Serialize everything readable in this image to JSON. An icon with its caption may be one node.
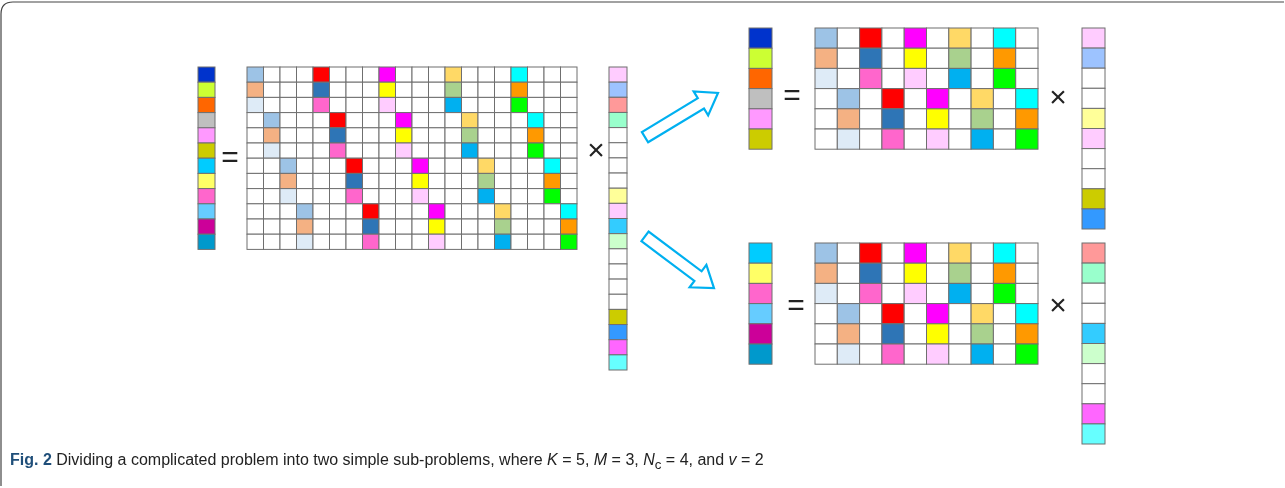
{
  "diagram": {
    "caption": "**Fig. 2** Dividing a complicated problem into two simple sub-problems, where *K* = 5, *M* = 3, *N*$_{c}$ = 4, and *v* = 2",
    "nodes": [
      {
        "text": [],
        "shape": "picture"
      },
      {
        "text": [],
        "shape": "picture"
      },
      {
        "text": [],
        "shape": "picture"
      }
    ],
    "edges": [
      {
        "from": 0,
        "to": 1,
        "arrow": "to"
      },
      {
        "from": 0,
        "to": 2,
        "arrow": "to"
      }
    ],
    "labels": [
      "=",
      "×",
      "=",
      "×",
      "=",
      "×"
    ]
  }
}
